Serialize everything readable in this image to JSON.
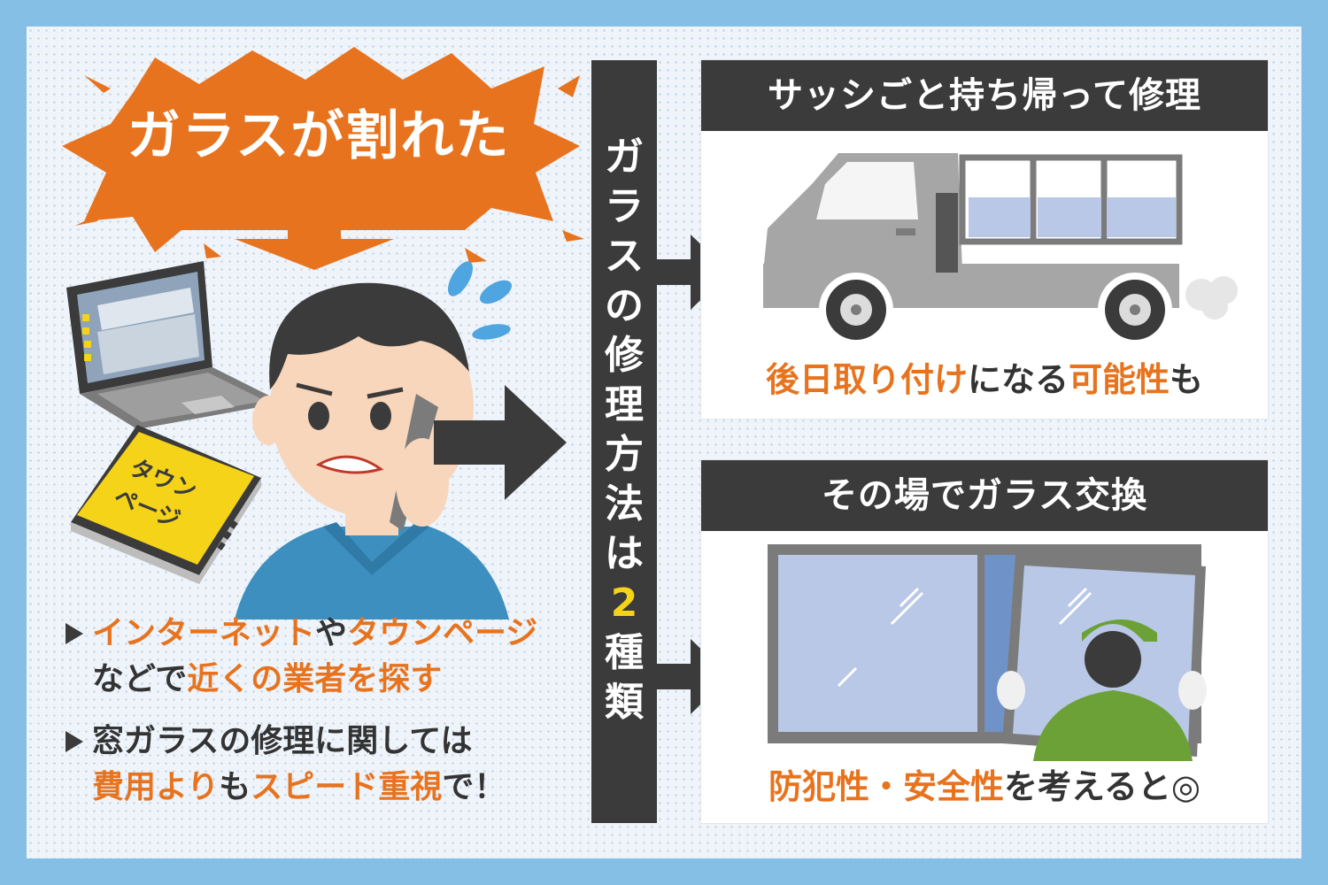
{
  "headline": "ガラスが割れた",
  "book_label": [
    "タウン",
    "ページ"
  ],
  "center_title": {
    "chars": [
      "ガ",
      "ラ",
      "ス",
      "の",
      "修",
      "理",
      "方",
      "法",
      "は"
    ],
    "highlight": "2",
    "tail": [
      "種",
      "類"
    ]
  },
  "bullets": [
    {
      "line1": [
        {
          "text": "インターネット",
          "accent": true
        },
        {
          "text": "や",
          "accent": false
        },
        {
          "text": "タウンページ",
          "accent": true
        }
      ],
      "line2": [
        {
          "text": "などで",
          "accent": false
        },
        {
          "text": "近くの業者を探す",
          "accent": true
        }
      ]
    },
    {
      "line1": [
        {
          "text": "窓ガラスの修理に関しては",
          "accent": false
        }
      ],
      "line2": [
        {
          "text": "費用より",
          "accent": true
        },
        {
          "text": "も",
          "accent": false
        },
        {
          "text": "スピード重視",
          "accent": true
        },
        {
          "text": "で！",
          "accent": false
        }
      ]
    }
  ],
  "card1": {
    "title": "サッシごと持ち帰って修理",
    "caption": [
      {
        "text": "後日取り付け",
        "accent": true
      },
      {
        "text": "になる",
        "accent": false
      },
      {
        "text": "可能性",
        "accent": true
      },
      {
        "text": "も",
        "accent": false
      }
    ]
  },
  "card2": {
    "title": "その場でガラス交換",
    "caption": [
      {
        "text": "防犯性・安全性",
        "accent": true
      },
      {
        "text": "を考えると◎",
        "accent": false
      }
    ]
  },
  "colors": {
    "orange": "#e8731e",
    "dark": "#3b3b3b",
    "yellow": "#f4d318",
    "frame_blue": "#86bfe6"
  },
  "icons": [
    "laptop-icon",
    "phonebook-icon",
    "worried-man-icon",
    "truck-icon",
    "window-installer-icon",
    "arrow-right-icon"
  ]
}
